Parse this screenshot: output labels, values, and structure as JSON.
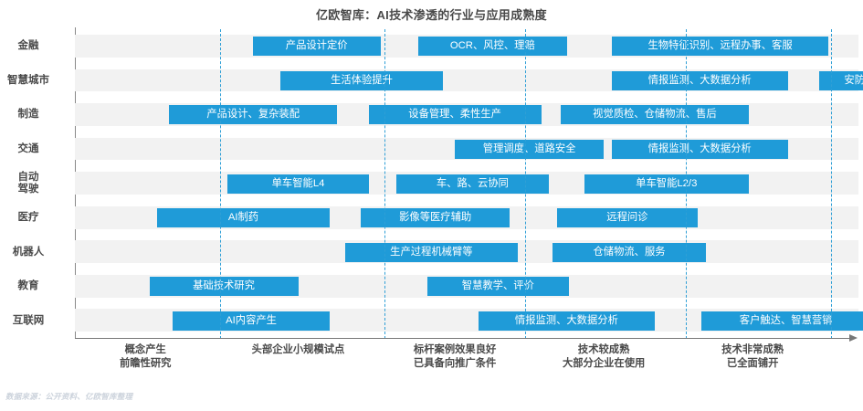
{
  "header": {
    "title": "亿欧智库：AI技术渗透的行业与应用成熟度"
  },
  "footer": {
    "source": "数据来源：公开资料、亿欧智库整理"
  },
  "colors": {
    "bar": "#1f9bd8",
    "band": "#f2f2f2",
    "gridline": "#2f9fd6",
    "axis": "#777777",
    "text": "#4a4a4a",
    "source_text": "#ccd3dc"
  },
  "chart_data": {
    "type": "bar",
    "title": "亿欧智库：AI技术渗透的行业与应用成熟度",
    "xlabel": "",
    "ylabel": "",
    "grid": true,
    "legend": "none",
    "orientation": "horizontal-ranges",
    "xlim": [
      0,
      100
    ],
    "gridlines": [
      18.5,
      39.5,
      57.5,
      78.0,
      96.5
    ],
    "categories": [
      "金融",
      "智慧城市",
      "制造",
      "交通",
      "自动驾驶",
      "医疗",
      "机器人",
      "教育",
      "互联网"
    ],
    "category_labels": [
      [
        "金融"
      ],
      [
        "智慧城市"
      ],
      [
        "制造"
      ],
      [
        "交通"
      ],
      [
        "自动",
        "驾驶"
      ],
      [
        "医疗"
      ],
      [
        "机器人"
      ],
      [
        "教育"
      ],
      [
        "互联网"
      ]
    ],
    "xtick_labels": [
      "概念产生\n前瞻性研究",
      "头部企业小规模试点",
      "标杆案例效果良好\n已具备向推广条件",
      "技术较成熟\n大部分企业在使用",
      "技术非常成熟\n已全面铺开"
    ],
    "xtick_positions": [
      9.0,
      28.5,
      48.5,
      67.5,
      86.5
    ],
    "bars": [
      {
        "row": 0,
        "category": "金融",
        "label": "产品设计定价",
        "start": 22.7,
        "end": 39.0
      },
      {
        "row": 0,
        "category": "金融",
        "label": "OCR、风控、理赔",
        "start": 43.8,
        "end": 62.8
      },
      {
        "row": 0,
        "category": "金融",
        "label": "生物特征识别、远程办事、客服",
        "start": 68.5,
        "end": 96.2
      },
      {
        "row": 1,
        "category": "智慧城市",
        "label": "生活体验提升",
        "start": 26.2,
        "end": 47.0
      },
      {
        "row": 1,
        "category": "智慧城市",
        "label": "情报监测、大数据分析",
        "start": 68.5,
        "end": 91.0
      },
      {
        "row": 1,
        "category": "智慧城市",
        "label": "安防",
        "start": 95.0,
        "end": 104.0
      },
      {
        "row": 2,
        "category": "制造",
        "label": "产品设计、复杂装配",
        "start": 12.0,
        "end": 33.5
      },
      {
        "row": 2,
        "category": "制造",
        "label": "设备管理、柔性生产",
        "start": 37.5,
        "end": 59.5
      },
      {
        "row": 2,
        "category": "制造",
        "label": "视觉质检、仓储物流、售后",
        "start": 62.0,
        "end": 86.0
      },
      {
        "row": 3,
        "category": "交通",
        "label": "管理调度、道路安全",
        "start": 48.5,
        "end": 67.5
      },
      {
        "row": 3,
        "category": "交通",
        "label": "情报监测、大数据分析",
        "start": 68.5,
        "end": 91.0
      },
      {
        "row": 4,
        "category": "自动驾驶",
        "label": "单车智能L4",
        "start": 19.5,
        "end": 37.5
      },
      {
        "row": 4,
        "category": "自动驾驶",
        "label": "车、路、云协同",
        "start": 41.0,
        "end": 60.5
      },
      {
        "row": 4,
        "category": "自动驾驶",
        "label": "单车智能L2/3",
        "start": 65.0,
        "end": 86.0
      },
      {
        "row": 5,
        "category": "医疗",
        "label": "AI制药",
        "start": 10.5,
        "end": 32.5
      },
      {
        "row": 5,
        "category": "医疗",
        "label": "影像等医疗辅助",
        "start": 36.5,
        "end": 55.5
      },
      {
        "row": 5,
        "category": "医疗",
        "label": "远程问诊",
        "start": 61.5,
        "end": 79.5
      },
      {
        "row": 6,
        "category": "机器人",
        "label": "生产过程机械臂等",
        "start": 34.5,
        "end": 56.5
      },
      {
        "row": 6,
        "category": "机器人",
        "label": "仓储物流、服务",
        "start": 61.0,
        "end": 80.5
      },
      {
        "row": 7,
        "category": "教育",
        "label": "基础技术研究",
        "start": 9.5,
        "end": 28.5
      },
      {
        "row": 7,
        "category": "教育",
        "label": "智慧教学、评价",
        "start": 45.0,
        "end": 63.0
      },
      {
        "row": 8,
        "category": "互联网",
        "label": "AI内容产生",
        "start": 12.5,
        "end": 32.5
      },
      {
        "row": 8,
        "category": "互联网",
        "label": "情报监测、大数据分析",
        "start": 51.5,
        "end": 74.0
      },
      {
        "row": 8,
        "category": "互联网",
        "label": "客户触达、智慧营销",
        "start": 80.0,
        "end": 101.5
      }
    ]
  }
}
